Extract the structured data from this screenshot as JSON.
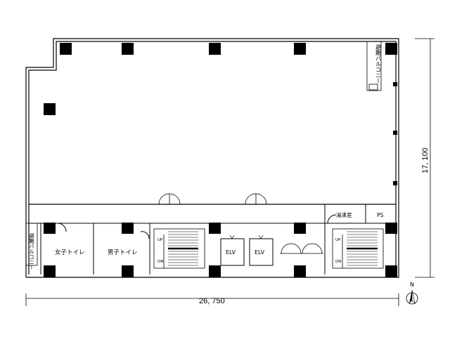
{
  "dimensions": {
    "width": "26, 750",
    "depth": "17, 100"
  },
  "rooms": {
    "womens_toilet": "女子トイレ",
    "mens_toilet": "男子トイレ",
    "cleaning_room": "湯沸室",
    "pipe_shaft": "PS",
    "elevator_1": "ELV",
    "elevator_2": "ELV"
  },
  "balconies": {
    "left": "避難バルコニー",
    "right": "避難バルコニー"
  },
  "stairs": {
    "left": {
      "up": "UP",
      "down": "DN"
    },
    "right": {
      "up": "UP",
      "down": "DN"
    }
  },
  "compass": {
    "label": "N"
  }
}
